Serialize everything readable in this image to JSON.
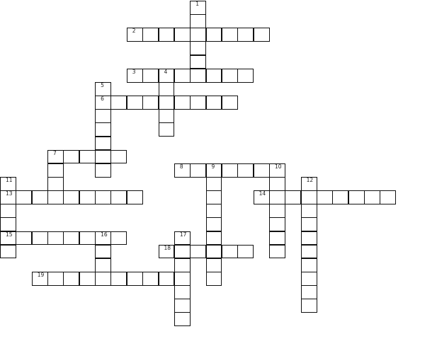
{
  "colors": {
    "background": "#ffffff",
    "grid_line": "#111111",
    "number_text": "#222222"
  },
  "grid": {
    "cell_width": 22.5,
    "cell_height": 19.2,
    "origin_x": 0,
    "origin_y": 0,
    "cols": 25,
    "rows": 25
  },
  "clues_grid_numbers": [
    {
      "number": "1",
      "row": 0,
      "col": 12
    },
    {
      "number": "2",
      "row": 2,
      "col": 8
    },
    {
      "number": "3",
      "row": 5,
      "col": 8
    },
    {
      "number": "4",
      "row": 5,
      "col": 10
    },
    {
      "number": "5",
      "row": 6,
      "col": 6
    },
    {
      "number": "6",
      "row": 7,
      "col": 6
    },
    {
      "number": "7",
      "row": 11,
      "col": 3
    },
    {
      "number": "8",
      "row": 12,
      "col": 11
    },
    {
      "number": "9",
      "row": 12,
      "col": 13
    },
    {
      "number": "10",
      "row": 12,
      "col": 17
    },
    {
      "number": "11",
      "row": 13,
      "col": 0
    },
    {
      "number": "12",
      "row": 13,
      "col": 19
    },
    {
      "number": "13",
      "row": 14,
      "col": 0
    },
    {
      "number": "14",
      "row": 14,
      "col": 16
    },
    {
      "number": "15",
      "row": 17,
      "col": 0
    },
    {
      "number": "16",
      "row": 17,
      "col": 6
    },
    {
      "number": "17",
      "row": 17,
      "col": 11
    },
    {
      "number": "18",
      "row": 18,
      "col": 10
    },
    {
      "number": "19",
      "row": 20,
      "col": 2
    }
  ],
  "cells": [
    [
      0,
      12
    ],
    [
      1,
      12
    ],
    [
      2,
      12
    ],
    [
      3,
      12
    ],
    [
      4,
      12
    ],
    [
      5,
      12
    ],
    [
      2,
      8
    ],
    [
      2,
      9
    ],
    [
      2,
      10
    ],
    [
      2,
      11
    ],
    [
      2,
      13
    ],
    [
      2,
      14
    ],
    [
      2,
      15
    ],
    [
      2,
      16
    ],
    [
      5,
      8
    ],
    [
      5,
      9
    ],
    [
      5,
      10
    ],
    [
      5,
      11
    ],
    [
      5,
      13
    ],
    [
      5,
      14
    ],
    [
      5,
      15
    ],
    [
      6,
      10
    ],
    [
      7,
      10
    ],
    [
      8,
      10
    ],
    [
      9,
      10
    ],
    [
      6,
      6
    ],
    [
      7,
      6
    ],
    [
      8,
      6
    ],
    [
      9,
      6
    ],
    [
      10,
      6
    ],
    [
      11,
      6
    ],
    [
      12,
      6
    ],
    [
      7,
      7
    ],
    [
      7,
      8
    ],
    [
      7,
      9
    ],
    [
      7,
      11
    ],
    [
      7,
      12
    ],
    [
      7,
      13
    ],
    [
      7,
      14
    ],
    [
      11,
      3
    ],
    [
      11,
      4
    ],
    [
      11,
      5
    ],
    [
      11,
      7
    ],
    [
      12,
      3
    ],
    [
      13,
      3
    ],
    [
      12,
      11
    ],
    [
      12,
      12
    ],
    [
      12,
      13
    ],
    [
      12,
      14
    ],
    [
      12,
      15
    ],
    [
      12,
      16
    ],
    [
      12,
      17
    ],
    [
      13,
      13
    ],
    [
      14,
      13
    ],
    [
      15,
      13
    ],
    [
      16,
      13
    ],
    [
      17,
      13
    ],
    [
      18,
      13
    ],
    [
      19,
      13
    ],
    [
      20,
      13
    ],
    [
      13,
      17
    ],
    [
      14,
      17
    ],
    [
      15,
      17
    ],
    [
      16,
      17
    ],
    [
      17,
      17
    ],
    [
      18,
      17
    ],
    [
      13,
      0
    ],
    [
      14,
      0
    ],
    [
      15,
      0
    ],
    [
      16,
      0
    ],
    [
      17,
      0
    ],
    [
      18,
      0
    ],
    [
      14,
      1
    ],
    [
      14,
      2
    ],
    [
      14,
      3
    ],
    [
      14,
      4
    ],
    [
      14,
      5
    ],
    [
      14,
      6
    ],
    [
      14,
      7
    ],
    [
      14,
      8
    ],
    [
      14,
      16
    ],
    [
      14,
      18
    ],
    [
      14,
      19
    ],
    [
      14,
      20
    ],
    [
      14,
      21
    ],
    [
      14,
      22
    ],
    [
      14,
      23
    ],
    [
      14,
      24
    ],
    [
      13,
      19
    ],
    [
      15,
      19
    ],
    [
      16,
      19
    ],
    [
      17,
      19
    ],
    [
      18,
      19
    ],
    [
      19,
      19
    ],
    [
      20,
      19
    ],
    [
      21,
      19
    ],
    [
      22,
      19
    ],
    [
      17,
      1
    ],
    [
      17,
      2
    ],
    [
      17,
      3
    ],
    [
      17,
      4
    ],
    [
      17,
      5
    ],
    [
      17,
      6
    ],
    [
      17,
      7
    ],
    [
      18,
      6
    ],
    [
      19,
      6
    ],
    [
      20,
      6
    ],
    [
      17,
      11
    ],
    [
      18,
      11
    ],
    [
      19,
      11
    ],
    [
      20,
      11
    ],
    [
      21,
      11
    ],
    [
      22,
      11
    ],
    [
      23,
      11
    ],
    [
      18,
      10
    ],
    [
      18,
      12
    ],
    [
      18,
      14
    ],
    [
      18,
      15
    ],
    [
      20,
      2
    ],
    [
      20,
      3
    ],
    [
      20,
      4
    ],
    [
      20,
      5
    ],
    [
      20,
      7
    ],
    [
      20,
      8
    ],
    [
      20,
      9
    ],
    [
      20,
      10
    ]
  ]
}
